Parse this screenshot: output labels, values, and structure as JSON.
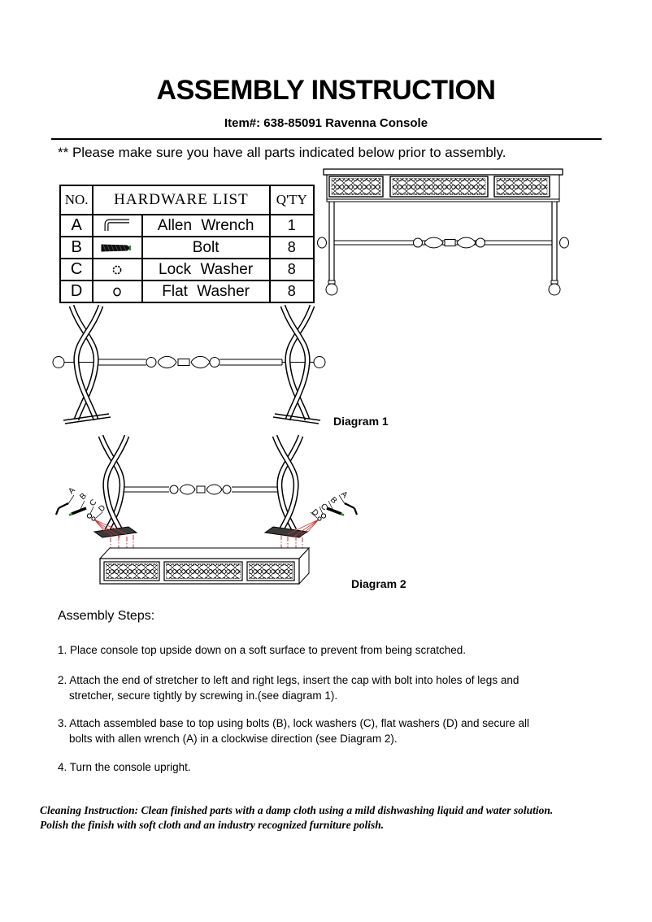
{
  "doc": {
    "title": "ASSEMBLY INSTRUCTION",
    "item_line": "Item#: 638-85091 Ravenna Console",
    "notice": "** Please make sure you have all parts indicated below prior to assembly."
  },
  "hardware_table": {
    "header": {
      "no": "NO.",
      "list": "HARDWARE LIST",
      "qty": "Q'TY"
    },
    "rows": [
      {
        "no": "A",
        "icon": "allen-wrench-icon",
        "name": "Allen Wrench",
        "qty": "1"
      },
      {
        "no": "B",
        "icon": "bolt-icon",
        "name": "Bolt",
        "qty": "8"
      },
      {
        "no": "C",
        "icon": "lock-washer-icon",
        "name": "Lock Washer",
        "qty": "8"
      },
      {
        "no": "D",
        "icon": "flat-washer-icon",
        "name": "Flat Washer",
        "qty": "8"
      }
    ]
  },
  "diagrams": {
    "diagram1": {
      "label": "Diagram 1"
    },
    "diagram2": {
      "label": "Diagram 2",
      "left_callouts": [
        "A",
        "B",
        "C",
        "D"
      ],
      "right_callouts": [
        "D",
        "C",
        "B",
        "A"
      ]
    }
  },
  "assembly": {
    "heading": "Assembly Steps:",
    "steps": [
      {
        "lines": [
          "1. Place console top upside down on a soft surface to prevent from being scratched."
        ]
      },
      {
        "lines": [
          "2. Attach the end of stretcher to left and right legs, insert the cap with bolt into holes of legs and",
          "stretcher, secure tightly by screwing in.(see diagram 1)."
        ]
      },
      {
        "lines": [
          "3. Attach assembled base to top using bolts (B), lock washers (C), flat washers (D) and secure all",
          "bolts with allen wrench (A) in a clockwise direction (see Diagram 2)."
        ]
      },
      {
        "lines": [
          "4. Turn the console upright."
        ]
      }
    ]
  },
  "cleaning": {
    "lines": [
      "Cleaning Instruction: Clean finished parts with a damp cloth using a mild dishwashing liquid and water solution.",
      "Polish the finish with soft cloth and an industry recognized furniture polish."
    ]
  },
  "colors": {
    "ink": "#000000",
    "callout_red": "#cc3333",
    "bolt_tip_green": "#2e8b2e"
  }
}
